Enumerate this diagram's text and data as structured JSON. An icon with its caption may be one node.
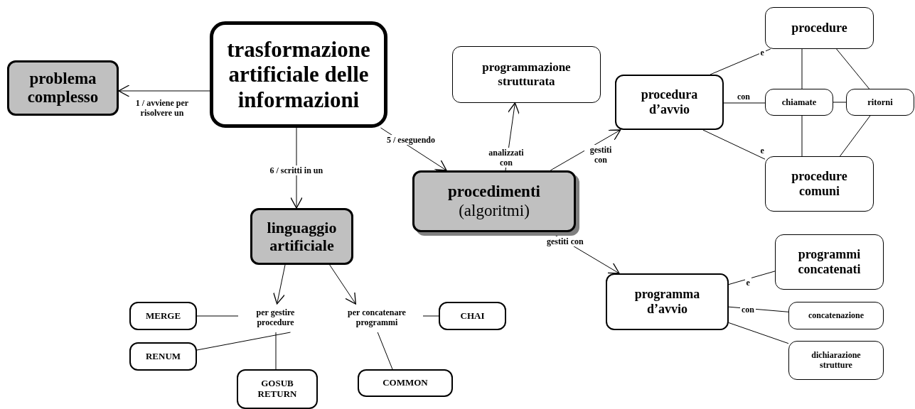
{
  "diagram": {
    "nodes": [
      {
        "text": [
          "trasformazione artificiale delle informazioni"
        ]
      },
      {
        "text": [
          "problema complesso"
        ]
      },
      {
        "text": [
          "programmazione strutturata"
        ]
      },
      {
        "text": [
          "procedura d’avvio"
        ]
      },
      {
        "text": [
          "procedure"
        ]
      },
      {
        "text": [
          "chiamate"
        ]
      },
      {
        "text": [
          "ritorni"
        ]
      },
      {
        "text": [
          "procedure comuni"
        ]
      },
      {
        "text": [
          "procedimenti",
          "(algoritmi)"
        ]
      },
      {
        "text": [
          "linguaggio artificiale"
        ]
      },
      {
        "text": [
          "per gestire procedure"
        ]
      },
      {
        "text": [
          "per concatenare programmi"
        ]
      },
      {
        "text": [
          "MERGE"
        ]
      },
      {
        "text": [
          "RENUM"
        ]
      },
      {
        "text": [
          "GOSUB RETURN"
        ]
      },
      {
        "text": [
          "CHAI"
        ]
      },
      {
        "text": [
          "COMMON"
        ]
      },
      {
        "text": [
          "programma d’avvio"
        ]
      },
      {
        "text": [
          "programmi concatenati"
        ]
      },
      {
        "text": [
          "concatenazione"
        ]
      },
      {
        "text": [
          "dichiarazione strutture"
        ]
      }
    ],
    "edges": [
      {
        "from": 0,
        "to": 1,
        "arrow": "to",
        "label": "1 / avviene per risolvere un"
      },
      {
        "from": 0,
        "to": 9,
        "arrow": "to",
        "label": "6 / scritti in un"
      },
      {
        "from": 0,
        "to": 8,
        "arrow": "to",
        "label": "5 / eseguendo"
      },
      {
        "from": 8,
        "to": 2,
        "arrow": "to",
        "label": "analizzati con"
      },
      {
        "from": 8,
        "to": 3,
        "arrow": "to",
        "label": "gestiti con"
      },
      {
        "from": 8,
        "to": 17,
        "arrow": "to",
        "label": "gestiti con"
      },
      {
        "from": 3,
        "to": 4,
        "arrow": "none",
        "label": "e"
      },
      {
        "from": 3,
        "to": 5,
        "arrow": "none",
        "label": "con"
      },
      {
        "from": 3,
        "to": 7,
        "arrow": "none",
        "label": "e"
      },
      {
        "from": 4,
        "to": 5,
        "arrow": "none"
      },
      {
        "from": 4,
        "to": 6,
        "arrow": "none"
      },
      {
        "from": 5,
        "to": 6,
        "arrow": "none"
      },
      {
        "from": 5,
        "to": 7,
        "arrow": "none"
      },
      {
        "from": 6,
        "to": 7,
        "arrow": "none"
      },
      {
        "from": 9,
        "to": 10,
        "arrow": "to"
      },
      {
        "from": 9,
        "to": 11,
        "arrow": "to"
      },
      {
        "from": 10,
        "to": 12,
        "arrow": "none"
      },
      {
        "from": 10,
        "to": 13,
        "arrow": "none"
      },
      {
        "from": 10,
        "to": 14,
        "arrow": "none"
      },
      {
        "from": 11,
        "to": 15,
        "arrow": "none"
      },
      {
        "from": 11,
        "to": 16,
        "arrow": "none"
      },
      {
        "from": 17,
        "to": 18,
        "arrow": "none",
        "label": "e"
      },
      {
        "from": 17,
        "to": 19,
        "arrow": "none",
        "label": "con"
      },
      {
        "from": 17,
        "to": 20,
        "arrow": "none"
      }
    ]
  }
}
